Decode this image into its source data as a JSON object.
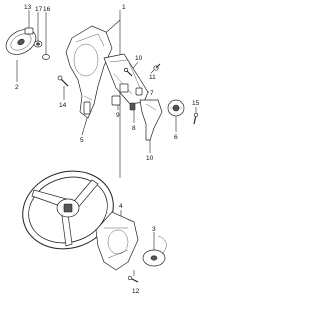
{
  "diagram": {
    "callouts": {
      "c1": "1",
      "c2": "2",
      "c3": "3",
      "c4": "4",
      "c5": "5",
      "c6": "6",
      "c7": "7",
      "c8": "8",
      "c9": "9",
      "c10a": "10",
      "c10b": "10",
      "c11": "11",
      "c12": "12",
      "c13": "13",
      "c14": "14",
      "c15": "15",
      "c16": "16",
      "c17": "17"
    }
  }
}
